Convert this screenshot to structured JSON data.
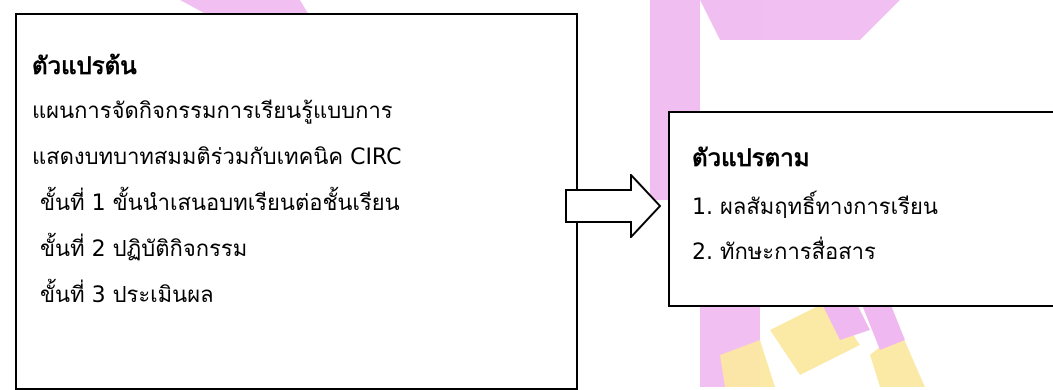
{
  "colors": {
    "watermark_pink": "#f0b8f0",
    "watermark_gold": "#fbe8a2",
    "border": "#000000",
    "text": "#000000"
  },
  "independent_variable": {
    "title": "ตัวแปรต้น",
    "lines": [
      "แผนการจัดกิจกรรมการเรียนรู้แบบการ",
      "แสดงบทบาทสมมติร่วมกับเทคนิค CIRC",
      "ขั้นที่ 1 ขั้นนำเสนอบทเรียนต่อชั้นเรียน",
      "ขั้นที่ 2 ปฏิบัติกิจกรรม",
      "ขั้นที่ 3 ประเมินผล"
    ]
  },
  "dependent_variable": {
    "title": "ตัวแปรตาม",
    "lines": [
      "1. ผลสัมฤทธิ์ทางการเรียน",
      "2. ทักษะการสื่อสาร"
    ]
  },
  "connector": {
    "icon": "right-arrow-icon"
  }
}
